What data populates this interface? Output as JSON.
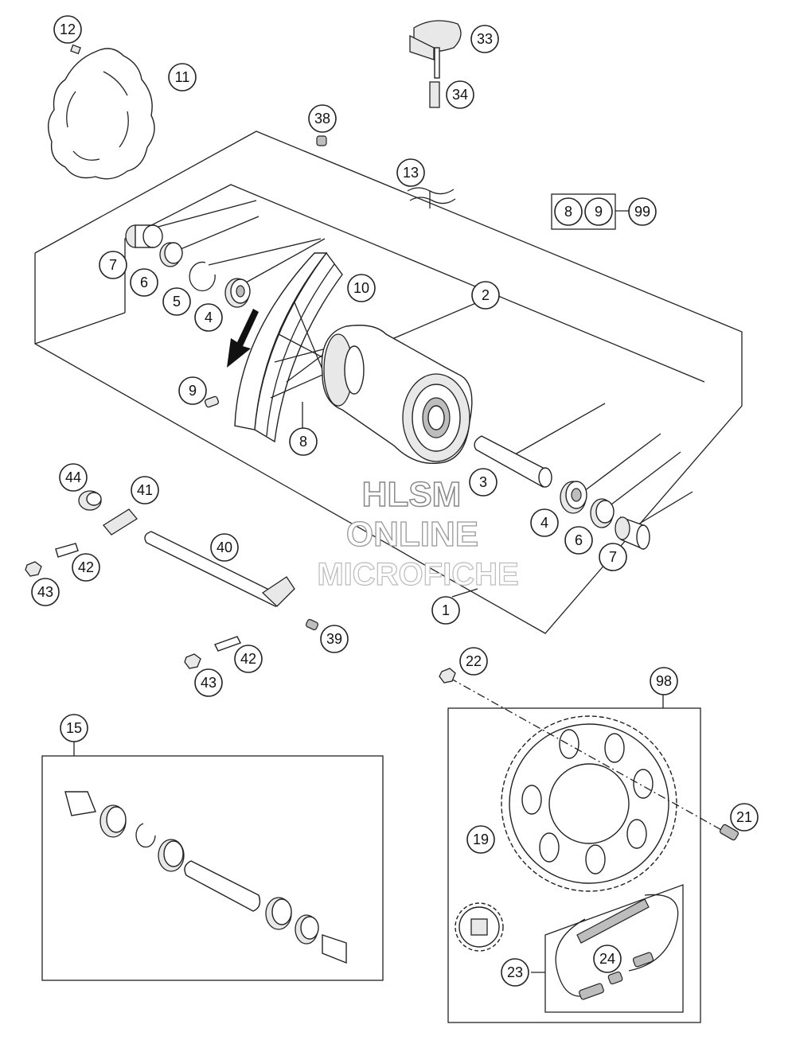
{
  "callouts": {
    "c1": "1",
    "c2": "2",
    "c3": "3",
    "c4a": "4",
    "c4b": "4",
    "c5": "5",
    "c6a": "6",
    "c6b": "6",
    "c7a": "7",
    "c7b": "7",
    "c8a": "8",
    "c8b": "8",
    "c9a": "9",
    "c9b": "9",
    "c10": "10",
    "c11": "11",
    "c12": "12",
    "c13": "13",
    "c15": "15",
    "c19": "19",
    "c21": "21",
    "c22": "22",
    "c23": "23",
    "c24": "24",
    "c33": "33",
    "c34": "34",
    "c38": "38",
    "c39": "39",
    "c40": "40",
    "c41": "41",
    "c42a": "42",
    "c42b": "42",
    "c43a": "43",
    "c43b": "43",
    "c44": "44",
    "c98": "98",
    "c99": "99"
  },
  "watermark": {
    "line1": "HLSM",
    "line2": "ONLINE",
    "line3": "MICROFICHE"
  },
  "colors": {
    "stroke": "#222222",
    "watermark_outline": "#888888"
  }
}
